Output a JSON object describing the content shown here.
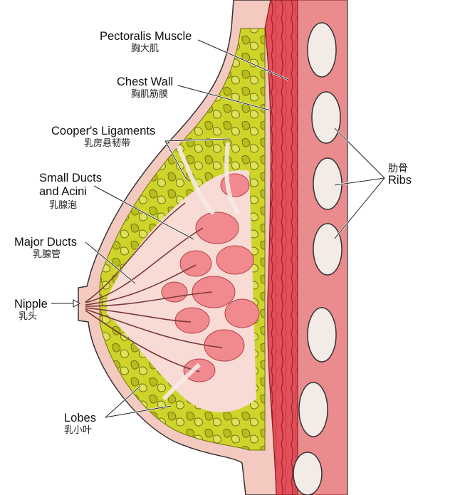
{
  "labels": {
    "pectoralis_muscle": {
      "en": "Pectoralis Muscle",
      "zh": "胸大肌"
    },
    "chest_wall": {
      "en": "Chest Wall",
      "zh": "胸肌筋膜"
    },
    "coopers_ligaments": {
      "en": "Cooper's Ligaments",
      "zh": "乳房悬韧带"
    },
    "small_ducts": {
      "en_line1": "Small Ducts",
      "en_line2": "and Acini",
      "zh": "乳腺泡"
    },
    "major_ducts": {
      "en": "Major Ducts",
      "zh": "乳腺管"
    },
    "nipple": {
      "en": "Nipple",
      "zh": "乳头"
    },
    "lobes": {
      "en": "Lobes",
      "zh": "乳小叶"
    },
    "ribs": {
      "en": "Ribs",
      "zh": "肋骨"
    }
  },
  "colors": {
    "skin": "#f4c9bf",
    "fat": "#cfd42a",
    "fat_dark": "#8a8f14",
    "lobule": "#f08a8e",
    "ligament": "#f3e6e0",
    "muscle": "#e3505a",
    "muscle_dark": "#9c1c26",
    "rib_band": "#ea8c8e",
    "rib": "#f3ece6",
    "outline": "#333333"
  }
}
